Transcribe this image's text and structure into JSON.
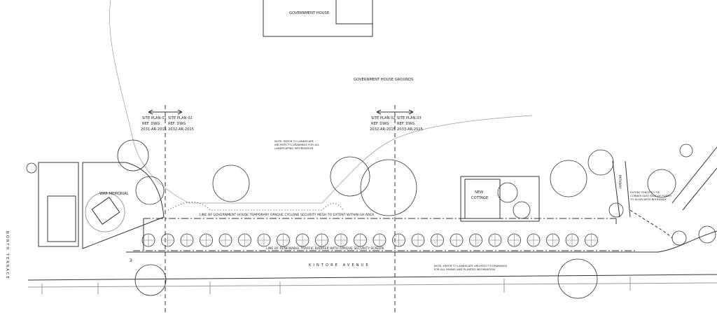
{
  "labels": {
    "government_house": "GOVERNMENT HOUSE",
    "grounds": "GOVERNMENT HOUSE GROUNDS",
    "war_memorial": "WAR MEMORIAL",
    "new_cottage_line1": "NEW",
    "new_cottage_line2": "COTTAGE",
    "north_terrace": "NORTH TERRACE",
    "kintore_avenue": "KINTORE AVENUE",
    "pathway": "PATHWAY",
    "fence_line": "LINE OF GOVERNMENT HOUSE TEMPORARY OPAQUE CYCLONE SECURITY MESH TO EXTENT WITHIN GH AREA",
    "barrier_line": "LINE OF RENEWABLE TRAFFIC BARRIER WITH OPAQUE SECURITY SCREEN",
    "point_3": "3"
  },
  "site_plans": [
    {
      "title": "SITE PLAN 01",
      "ref": "REF. DWG",
      "dwg": "2031-AR-2015"
    },
    {
      "title": "SITE PLAN 02",
      "ref": "REF. DWG",
      "dwg": "2032-AR-2015"
    },
    {
      "title": "SITE PLAN 02",
      "ref": "REF. DWG",
      "dwg": "2032-AR-2015"
    },
    {
      "title": "SITE PLAN 03",
      "ref": "REF. DWG",
      "dwg": "2033-AR-2015"
    }
  ],
  "notes": {
    "landscape_top": [
      "NOTE: REFER TO LANDSCAPE",
      "ARCHITECT'S DRAWINGS FOR ALL",
      "LANDSCAPING INFORMATION"
    ],
    "landscape_bottom": [
      "NOTE: REFER TO LANDSCAPE ARCHITECT'S DRAWINGS",
      "FOR ALL PAVING AND PLANTED INFORMATION"
    ],
    "fence": [
      "EXTENT FENCE TO TIE",
      "CORNER EAST FACE OF PLINTH",
      "TO ALIGN WITH BOUNDARY"
    ]
  },
  "colors": {
    "line": "#333333",
    "light": "#9a9a9a",
    "paper": "#ffffff"
  }
}
